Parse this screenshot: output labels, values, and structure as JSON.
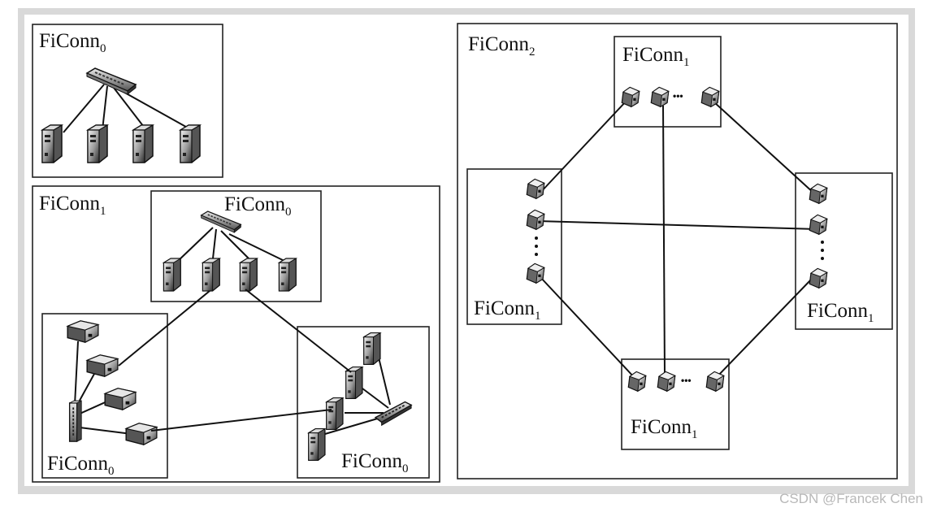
{
  "boxes": {
    "top_left": {
      "title": "FiConn",
      "sub": "0"
    },
    "bottom_left": {
      "title": "FiConn",
      "sub": "1"
    },
    "bl_top": {
      "title": "FiConn",
      "sub": "0"
    },
    "bl_left": {
      "title": "FiConn",
      "sub": "0"
    },
    "bl_right": {
      "title": "FiConn",
      "sub": "0"
    },
    "right": {
      "title": "FiConn",
      "sub": "2"
    },
    "r_top": {
      "title": "FiConn",
      "sub": "1"
    },
    "r_left": {
      "title": "FiConn",
      "sub": "1"
    },
    "r_right": {
      "title": "FiConn",
      "sub": "1"
    },
    "r_bottom": {
      "title": "FiConn",
      "sub": "1"
    }
  },
  "ellipsis": {
    "dots": "•••"
  },
  "watermark": "CSDN @Francek Chen",
  "icons": [
    "switch-icon",
    "server-icon"
  ]
}
